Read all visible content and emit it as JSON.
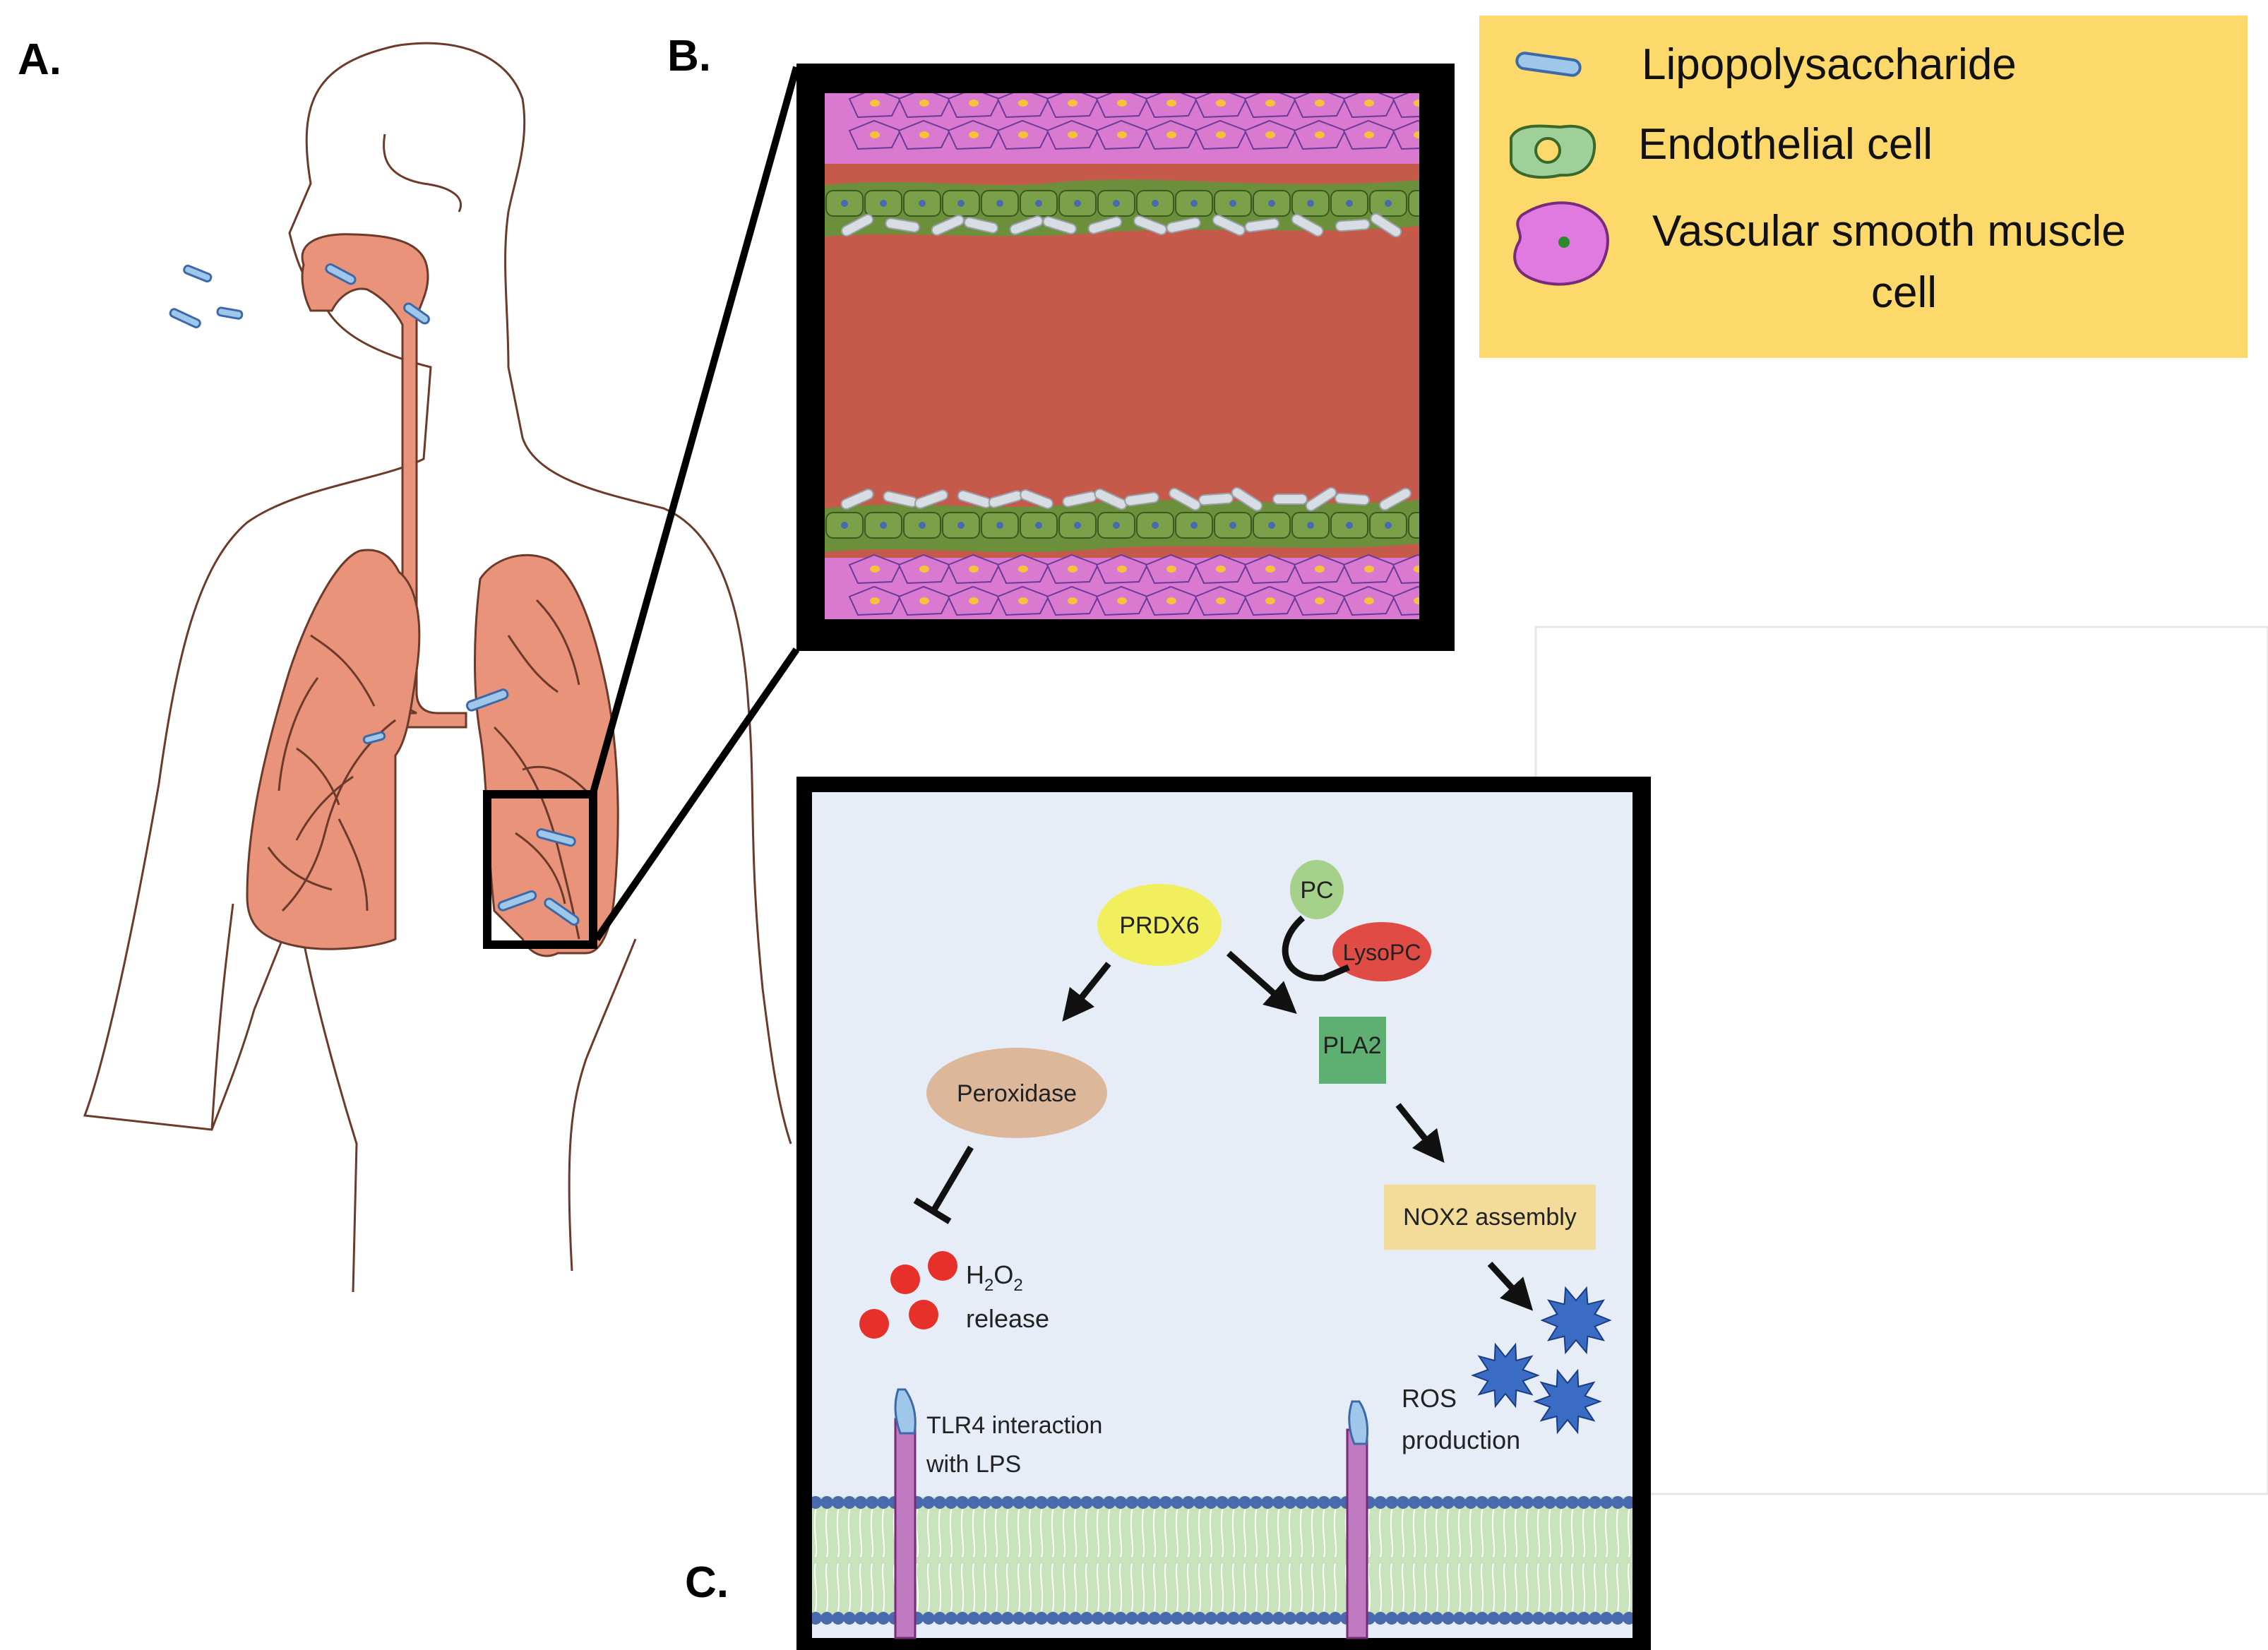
{
  "panels": {
    "a": "A.",
    "b": "B.",
    "c": "C."
  },
  "legend": {
    "items": [
      {
        "label": "Lipopolysaccharide",
        "icon": "lps-icon"
      },
      {
        "label": "Endothelial cell",
        "icon": "endothelial-cell-icon"
      },
      {
        "label_line1": "Vascular smooth muscle",
        "label_line2": "cell",
        "icon": "smooth-muscle-cell-icon"
      }
    ],
    "background": "#fcd96a"
  },
  "pathway": {
    "prdx6": "PRDX6",
    "pc": "PC",
    "lysopc": "LysoPC",
    "pla2": "PLA2",
    "peroxidase": "Peroxidase",
    "h2o2_h": "H",
    "h2o2_sub1": "2",
    "h2o2_o": "O",
    "h2o2_sub2": "2",
    "h2o2_release": "release",
    "nox2": "NOX2 assembly",
    "ros_line1": "ROS",
    "ros_line2": "production",
    "tlr4_line1": "TLR4 interaction",
    "tlr4_line2": "with LPS"
  },
  "colors": {
    "body_fill": "#e8937a",
    "blood": "#c65a4a",
    "endothelium": "#6b8f3a",
    "smooth_muscle": "#d97ad0",
    "pathway_bg": "#e6edf7",
    "prdx6": "#f2ef5e",
    "pc": "#a6d18a",
    "lysopc": "#e04b45",
    "pla2": "#5faf72",
    "peroxidase": "#dcb79a",
    "nox2": "#f3dc9a",
    "h2o2": "#e8302a",
    "ros": "#3a6cc4",
    "membrane_head": "#4a6ab0",
    "membrane_tail": "#c9e3bd",
    "tlr4": "#c07ac0"
  }
}
